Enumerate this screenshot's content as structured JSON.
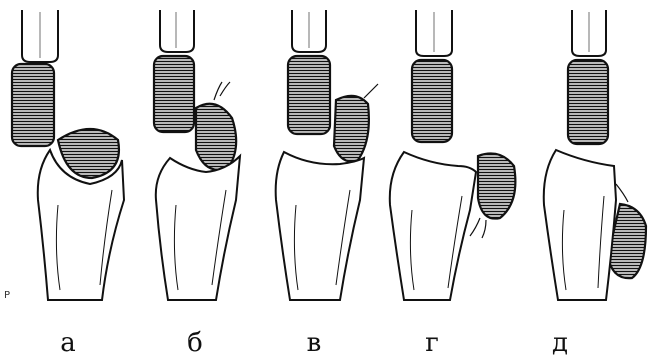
{
  "panels": [
    {
      "label": "а"
    },
    {
      "label": "б"
    },
    {
      "label": "в"
    },
    {
      "label": "г"
    },
    {
      "label": "д"
    }
  ],
  "corner_mark": "P",
  "colors": {
    "ink": "#111111",
    "paper": "#ffffff"
  }
}
